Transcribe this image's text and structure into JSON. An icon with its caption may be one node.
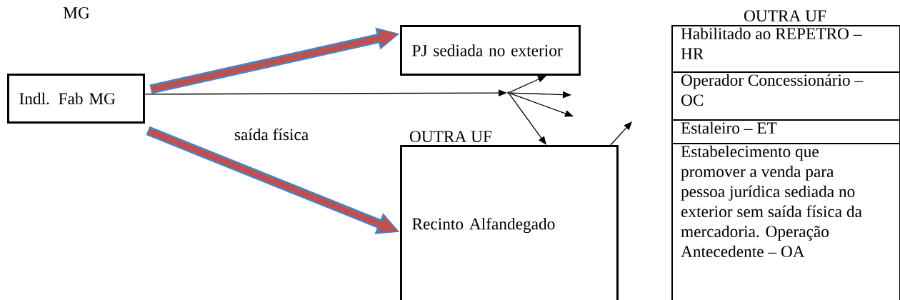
{
  "diagram": {
    "nodes": [
      {
        "text": [
          "Indl. Fab MG"
        ]
      },
      {
        "text": [
          "PJ sediada no exterior"
        ]
      },
      {
        "text": [
          "OUTRA UF",
          "Recinto Alfandegado"
        ]
      },
      {
        "text": [
          "Habilitado ao REPETRO – HR"
        ],
        "beside": [
          "OUTRA UF"
        ]
      },
      {
        "text": [
          "Operador Concessionário – OC"
        ]
      },
      {
        "text": [
          "Estaleiro – ET"
        ]
      },
      {
        "text": [
          "Estabelecimento que promover a venda para pessoa jurídica sediada no exterior sem saída física da mercadoria. Operação Antecedente – OA"
        ]
      },
      {
        "text": [],
        "shape": "dot"
      }
    ],
    "edges": [
      {
        "from": 0,
        "to": 1,
        "arrow": "to",
        "style": "thick",
        "color": "#c0504d"
      },
      {
        "from": 0,
        "to": 2,
        "arrow": "to",
        "style": "thick",
        "color": "#c0504d"
      },
      {
        "from": 0,
        "to": 7,
        "arrow": "to",
        "color": "#000000"
      },
      {
        "from": 7,
        "to": 1,
        "arrow": "to",
        "color": "#000000"
      },
      {
        "from": 7,
        "to": null,
        "arrow": "to",
        "color": "#000000"
      },
      {
        "from": 7,
        "to": null,
        "arrow": "to",
        "color": "#000000"
      },
      {
        "from": 7,
        "to": 2,
        "arrow": "to",
        "color": "#000000"
      },
      {
        "from": 2,
        "to": null,
        "arrow": "to",
        "color": "#000000"
      }
    ],
    "labels": [
      "MG",
      "saída física"
    ]
  }
}
